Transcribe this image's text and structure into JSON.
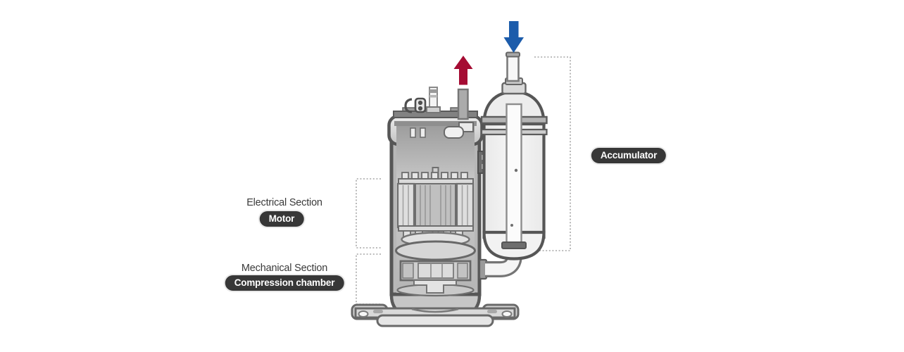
{
  "labels": {
    "electrical_section": "Electrical Section",
    "motor": "Motor",
    "mechanical_section": "Mechanical Section",
    "compression_chamber": "Compression chamber",
    "accumulator": "Accumulator"
  },
  "colors": {
    "discharge_arrow": "#a50c33",
    "suction_arrow": "#1c5cab",
    "badge_bg": "#373737",
    "badge_text": "#ffffff",
    "section_text": "#3a3a3a",
    "outline_gray": "#565656",
    "bracket_dotted": "#a6a6a6"
  },
  "icons": {
    "discharge_arrow": "arrow-up",
    "suction_arrow": "arrow-down"
  }
}
